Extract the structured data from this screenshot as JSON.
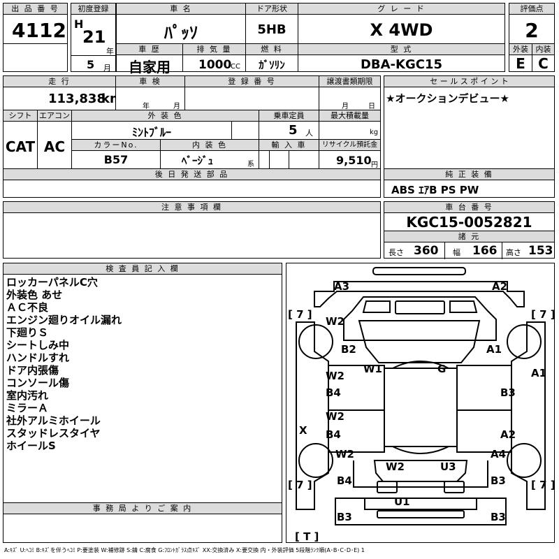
{
  "header": {
    "lot_no_label": "出 品 番 号",
    "lot_no": "4112",
    "first_reg_label": "初度登録",
    "era_letter": "H",
    "year": "21",
    "year_unit": "年",
    "month": "5",
    "month_unit": "月",
    "car_name_label": "車 名",
    "car_name": "ﾊﾟｯｿ",
    "door_label": "ドア形状",
    "door": "5HB",
    "grade_label": "グ レ ー ド",
    "grade": "X 4WD",
    "score_label": "評価点",
    "score": "2",
    "history_label": "車 歴",
    "history": "自家用",
    "displacement_label": "排 気 量",
    "displacement": "1000",
    "displacement_unit": "CC",
    "fuel_label": "燃 料",
    "fuel": "ｶﾞｿﾘﾝ",
    "model_label": "型 式",
    "model": "DBA-KGC15",
    "ext_label": "外装",
    "ext_grade": "E",
    "int_label": "内装",
    "int_grade": "C"
  },
  "mid": {
    "mileage_label": "走 行",
    "mileage": "113,838",
    "mileage_unit": "km",
    "inspection_label": "車 検",
    "insp_year_unit": "年",
    "insp_month_unit": "月",
    "reg_no_label": "登 録 番 号",
    "deadline_label": "譲渡書類期限",
    "deadline_month_unit": "月",
    "deadline_day_unit": "日",
    "shift_label": "シフト",
    "shift": "CAT",
    "ac_label": "エアコン",
    "ac": "AC",
    "exterior_color_label": "外 装 色",
    "exterior_color": "ﾐﾝﾄﾌﾞﾙｰ",
    "capacity_label": "乗車定員",
    "capacity": "5",
    "capacity_unit": "人",
    "load_label": "最大積載量",
    "load_unit": "kg",
    "color_no_label": "カラーNo.",
    "color_no": "B57",
    "interior_color_label": "内 装 色",
    "interior_color": "ﾍﾞｰｼﾞｭ",
    "interior_suffix": "系",
    "import_label": "輸 入 車",
    "recycle_label": "リサイクル預託金",
    "recycle": "9,510",
    "recycle_unit": "円",
    "later_parts_label": "後 日 発 送 部 品",
    "selling_point_label": "セ ー ル ス ポ イ ン ト",
    "selling_point": "★オークションデビュー★",
    "genuine_label": "純 正 装 備",
    "genuine": "ABS ｴｱB PS PW",
    "caution_label": "注 意 事 項 欄",
    "chassis_label": "車 台 番 号",
    "chassis": "KGC15-0052821",
    "spec_label": "諸 元",
    "length_label": "長さ",
    "length": "360",
    "width_label": "幅",
    "width": "166",
    "height_label": "高さ",
    "height": "153"
  },
  "inspector": {
    "label": "検 査 員 記 入 欄",
    "notes": [
      "ロッカーパネルC穴",
      "外装色 あせ",
      "ＡＣ不良",
      "エンジン廻りオイル漏れ",
      "下廻りＳ",
      "シートしみ中",
      "ハンドルすれ",
      "ドア内張傷",
      "コンソール傷",
      "室内汚れ",
      "ミラーＡ",
      "社外アルミホイール",
      "スタッドレスタイヤ",
      "ホイールS"
    ]
  },
  "office": {
    "label": "事 務 局 よ り ご 案 内"
  },
  "diagram": {
    "codes": {
      "a3_rear_left": "A3",
      "a2_rear_right": "A2",
      "tread_lf": "[ 7 ]",
      "tread_rf": "[ 7 ]",
      "tread_lr": "[ 7 ]",
      "tread_rr": "[ 7 ]",
      "tread_spare": "[ T ]",
      "w2_front_left": "W2",
      "b2_front_left": "B2",
      "a1_front_right": "A1",
      "w1_windshield": "W1",
      "g_windshield": "G",
      "a1_right_door": "A1",
      "w2_left_door_front": "W2",
      "b4_left_door_front": "B4",
      "b3_right_door_front": "B3",
      "x_left_side": "X",
      "w2_left_door_rear": "W2",
      "b4_left_door_rear": "B4",
      "a2_right_door_rear": "A2",
      "w2_rear_left": "W2",
      "a4_rear_right": "A4",
      "b4_rear_left": "B4",
      "b3_rear_right": "B3",
      "w2_rear_glass": "W2",
      "u3_rear": "U3",
      "u1_bumper": "U1",
      "b3_bumper_left": "B3",
      "b3_bumper_right": "B3"
    }
  },
  "legend": "A:ｷｽﾞ U:ﾍｺﾐ B:ｷｽﾞを伴うﾍｺﾐ P:要塗装 W:補修跡 S:錆 C:腐食 G:ﾌﾛﾝﾄｶﾞﾗｽ点ｷｽﾞ XX:交換済み X:要交換 内・外装評価 5段階ﾗﾝｸ順(A･B･C･D･E) 1"
}
